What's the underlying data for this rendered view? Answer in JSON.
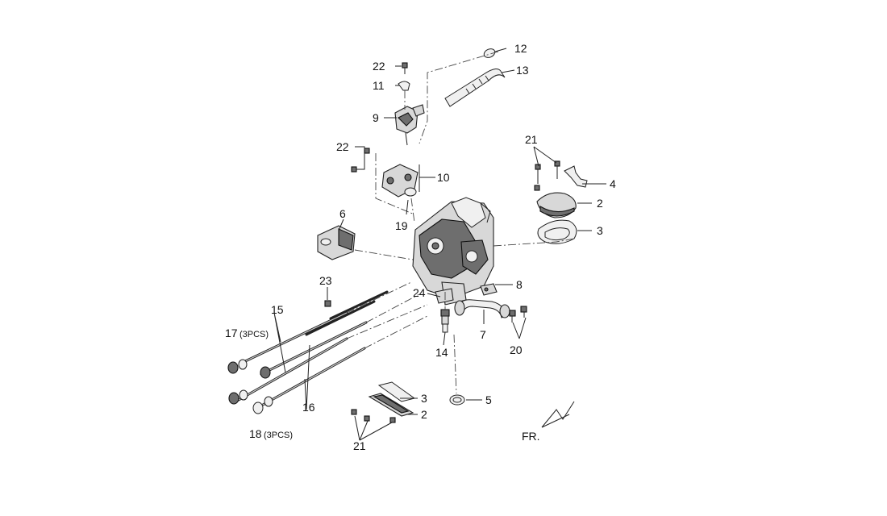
{
  "labels": {
    "p2a": "2",
    "p2b": "2",
    "p3a": "3",
    "p3b": "3",
    "p4": "4",
    "p5": "5",
    "p6": "6",
    "p7": "7",
    "p8": "8",
    "p9": "9",
    "p10": "10",
    "p11": "11",
    "p12": "12",
    "p13": "13",
    "p14": "14",
    "p15": "15",
    "p16": "16",
    "p17": "17",
    "p17_qty": "(3PCS)",
    "p18": "18",
    "p18_qty": "(3PCS)",
    "p19": "19",
    "p20": "20",
    "p21a": "21",
    "p21b": "21",
    "p22a": "22",
    "p22b": "22",
    "p23": "23",
    "p24": "24",
    "front": "FR."
  }
}
